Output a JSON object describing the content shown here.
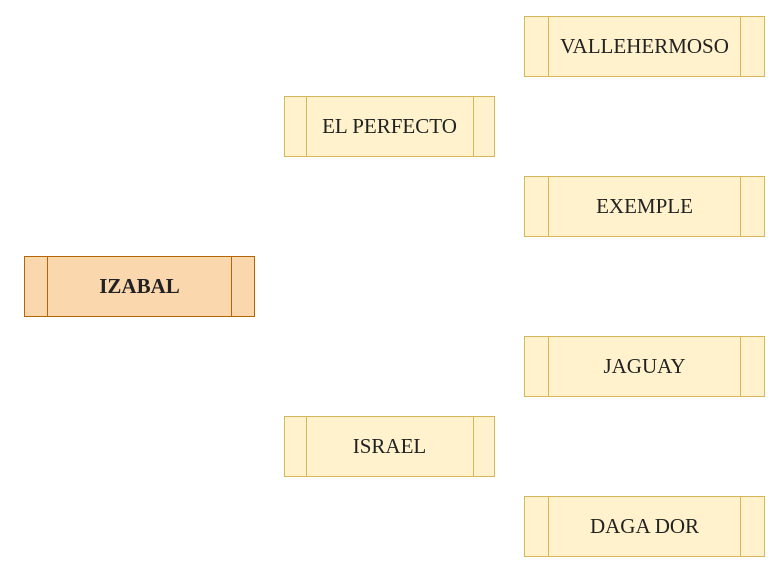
{
  "root": {
    "label": "IZABAL"
  },
  "level2": [
    {
      "label": "EL PERFECTO"
    },
    {
      "label": "ISRAEL"
    }
  ],
  "level3": [
    {
      "label": "VALLEHERMOSO"
    },
    {
      "label": "EXEMPLE"
    },
    {
      "label": "JAGUAY"
    },
    {
      "label": "DAGA DOR"
    }
  ],
  "colors": {
    "root_fill": "#fad7ac",
    "root_stroke": "#b46504",
    "node_fill": "#fff2cc",
    "node_stroke": "#d6b656"
  }
}
